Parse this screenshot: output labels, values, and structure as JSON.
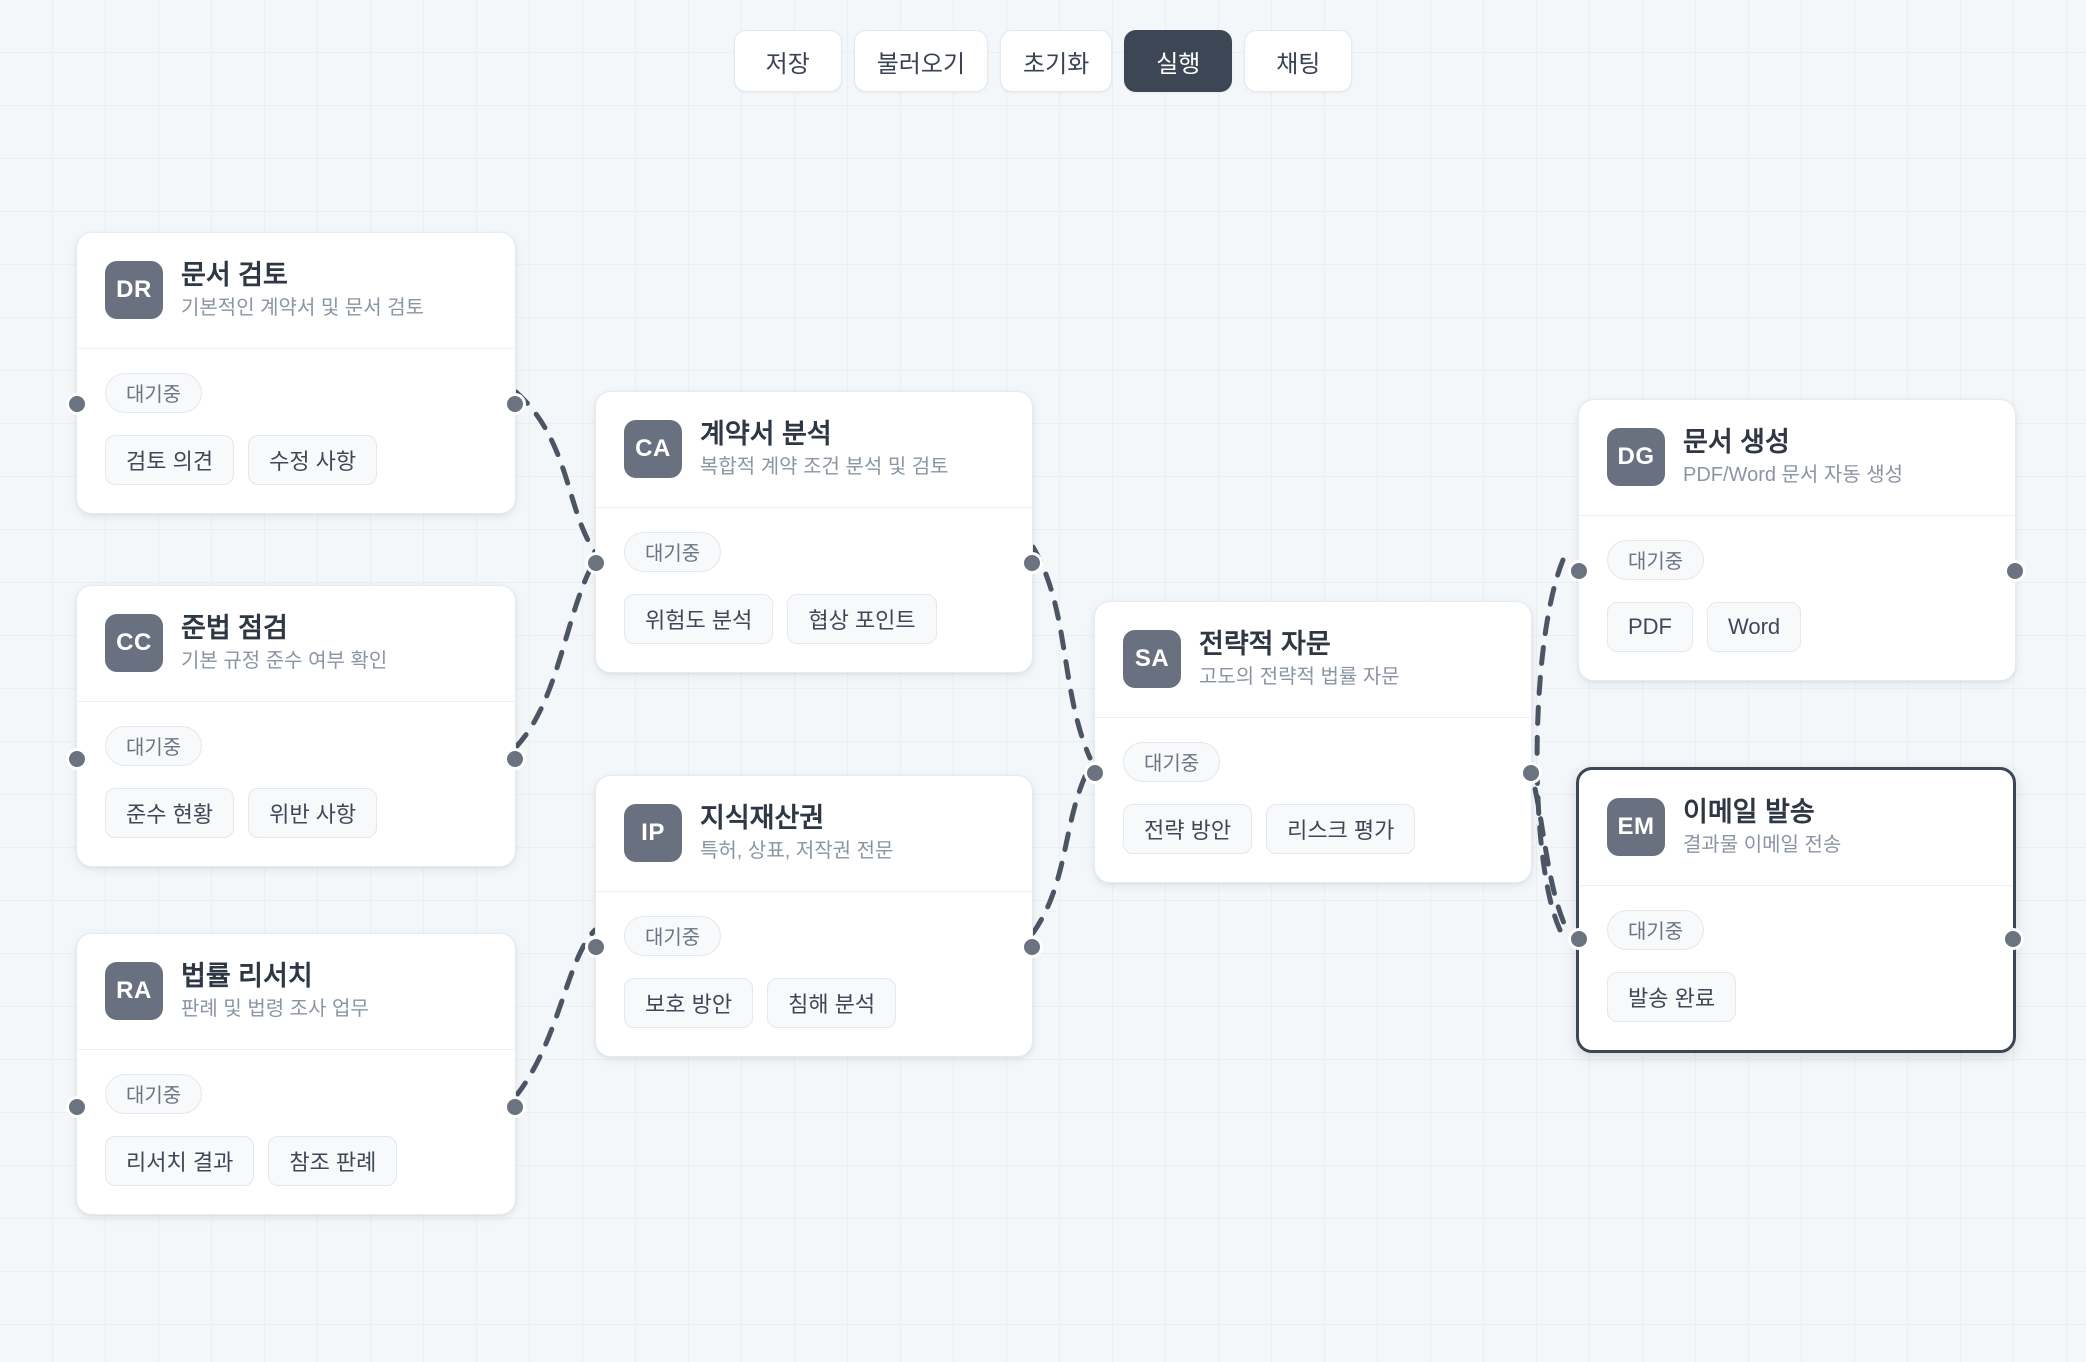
{
  "toolbar": {
    "buttons": [
      {
        "label": "저장",
        "active": false
      },
      {
        "label": "불러오기",
        "active": false
      },
      {
        "label": "초기화",
        "active": false
      },
      {
        "label": "실행",
        "active": true
      },
      {
        "label": "채팅",
        "active": false
      }
    ]
  },
  "canvas": {
    "background_color": "#f4f7f9",
    "grid_color": "#eaeff3",
    "edge_color": "#4b5563",
    "accent_color": "#3d4654",
    "avatar_color": "#697180"
  },
  "nodes": [
    {
      "id": "document-review",
      "initials": "DR",
      "title": "문서 검토",
      "subtitle": "기본적인 계약서 및 문서 검토",
      "status": "대기중",
      "outputs": [
        "검토 의견",
        "수정 사항"
      ]
    },
    {
      "id": "compliance-check",
      "initials": "CC",
      "title": "준법 점검",
      "subtitle": "기본 규정 준수 여부 확인",
      "status": "대기중",
      "outputs": [
        "준수 현황",
        "위반 사항"
      ]
    },
    {
      "id": "legal-research",
      "initials": "RA",
      "title": "법률 리서치",
      "subtitle": "판례 및 법령 조사 업무",
      "status": "대기중",
      "outputs": [
        "리서치 결과",
        "참조 판례"
      ]
    },
    {
      "id": "contract-analysis",
      "initials": "CA",
      "title": "계약서 분석",
      "subtitle": "복합적 계약 조건 분석 및 검토",
      "status": "대기중",
      "outputs": [
        "위험도 분석",
        "협상 포인트"
      ]
    },
    {
      "id": "intellectual-property",
      "initials": "IP",
      "title": "지식재산권",
      "subtitle": "특허, 상표, 저작권 전문",
      "status": "대기중",
      "outputs": [
        "보호 방안",
        "침해 분석"
      ]
    },
    {
      "id": "strategic-advisory",
      "initials": "SA",
      "title": "전략적 자문",
      "subtitle": "고도의 전략적 법률 자문",
      "status": "대기중",
      "outputs": [
        "전략 방안",
        "리스크 평가"
      ]
    },
    {
      "id": "document-generation",
      "initials": "DG",
      "title": "문서 생성",
      "subtitle": "PDF/Word 문서 자동 생성",
      "status": "대기중",
      "outputs": [
        "PDF",
        "Word"
      ]
    },
    {
      "id": "email-send",
      "initials": "EM",
      "title": "이메일 발송",
      "subtitle": "결과물 이메일 전송",
      "status": "대기중",
      "outputs": [
        "발송 완료"
      ],
      "selected": true
    }
  ]
}
